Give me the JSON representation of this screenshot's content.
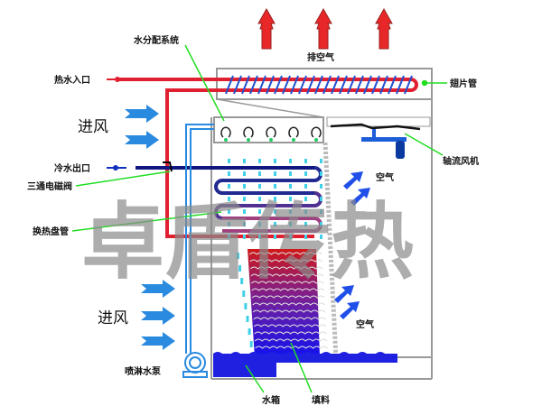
{
  "labels": {
    "water_distribution": "水分配系统",
    "hot_water_inlet": "热水入口",
    "cold_water_outlet": "冷水出口",
    "three_way_valve": "三通电磁阀",
    "heat_exchange_coil": "换热盘管",
    "spray_pump": "喷淋水泵",
    "water_tank": "水箱",
    "fill": "填料",
    "fin_tube": "翅片管",
    "axial_fan": "轴流风机",
    "exhaust_air": "排空气",
    "air_upper": "空气",
    "air_lower": "空气",
    "air_inlet_upper": "进风",
    "air_inlet_lower": "进风"
  },
  "watermark": "卓盾传热",
  "colors": {
    "hot": "#e02030",
    "cold": "#1030c0",
    "leader": "#22dd22",
    "air": "#2080e0"
  }
}
